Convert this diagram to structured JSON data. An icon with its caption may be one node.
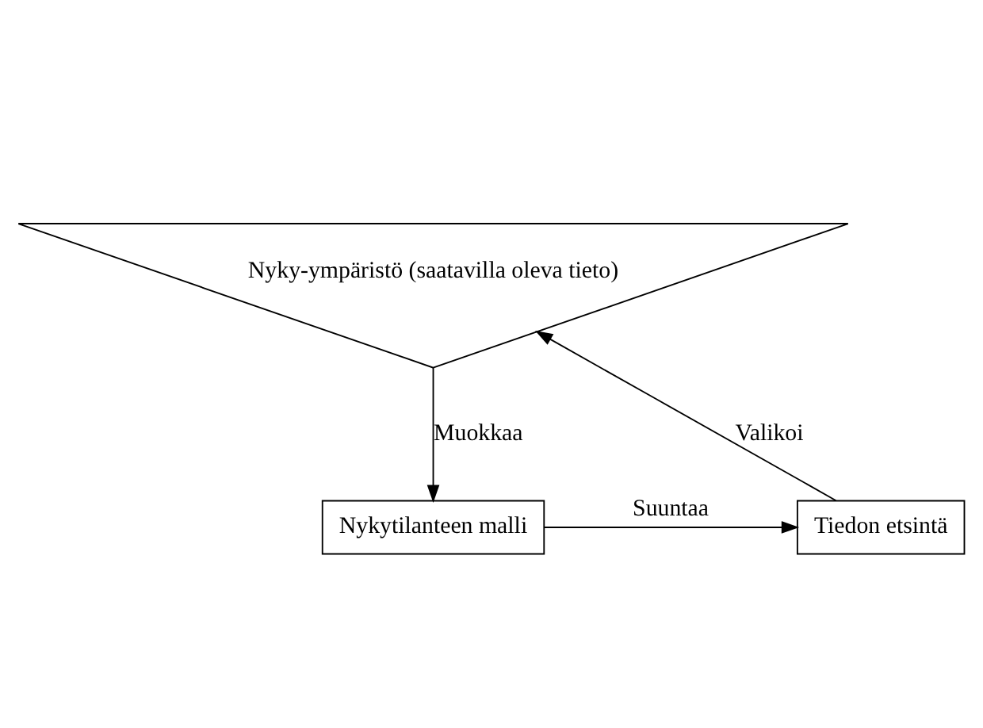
{
  "diagram": {
    "nodes": [
      {
        "text": [
          "Nyky-ympäristö (saatavilla oleva tieto)"
        ]
      },
      {
        "text": [
          "Nykytilanteen malli"
        ]
      },
      {
        "text": [
          "Tiedon etsintä"
        ]
      }
    ],
    "edges": [
      {
        "from": 0,
        "to": 1,
        "arrow": "to",
        "label": "Muokkaa"
      },
      {
        "from": 1,
        "to": 2,
        "arrow": "to",
        "label": "Suuntaa"
      },
      {
        "from": 2,
        "to": 0,
        "arrow": "to",
        "label": "Valikoi"
      }
    ]
  }
}
